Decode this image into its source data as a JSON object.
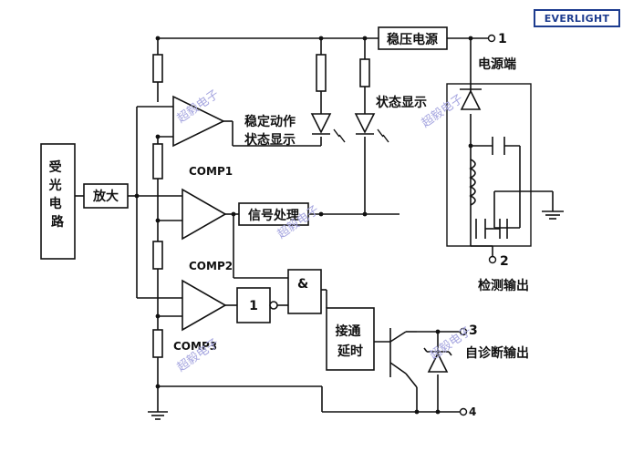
{
  "logo": {
    "text": "EVERLIGHT",
    "color": "#1d3c8f"
  },
  "blocks": {
    "receiver": "受光电路",
    "amplifier": "放大",
    "regulator": "稳压电源",
    "signal_processing": "信号处理",
    "on_delay": [
      "接通",
      "延时"
    ],
    "not_gate": "1",
    "and_gate": "&"
  },
  "labels": {
    "comp1": "COMP1",
    "comp2": "COMP2",
    "comp3": "COMP3",
    "stable_indicator": [
      "稳定动作",
      "状态显示"
    ],
    "status_indicator": "状态显示",
    "power_terminal": "电源端",
    "detect_output": "检测输出",
    "self_diag_output": "自诊断输出"
  },
  "terminals": [
    "1",
    "2",
    "3",
    "4"
  ],
  "watermark": "超毅电子",
  "colors": {
    "line": "#111111",
    "watermark": "#a7a7e0"
  }
}
